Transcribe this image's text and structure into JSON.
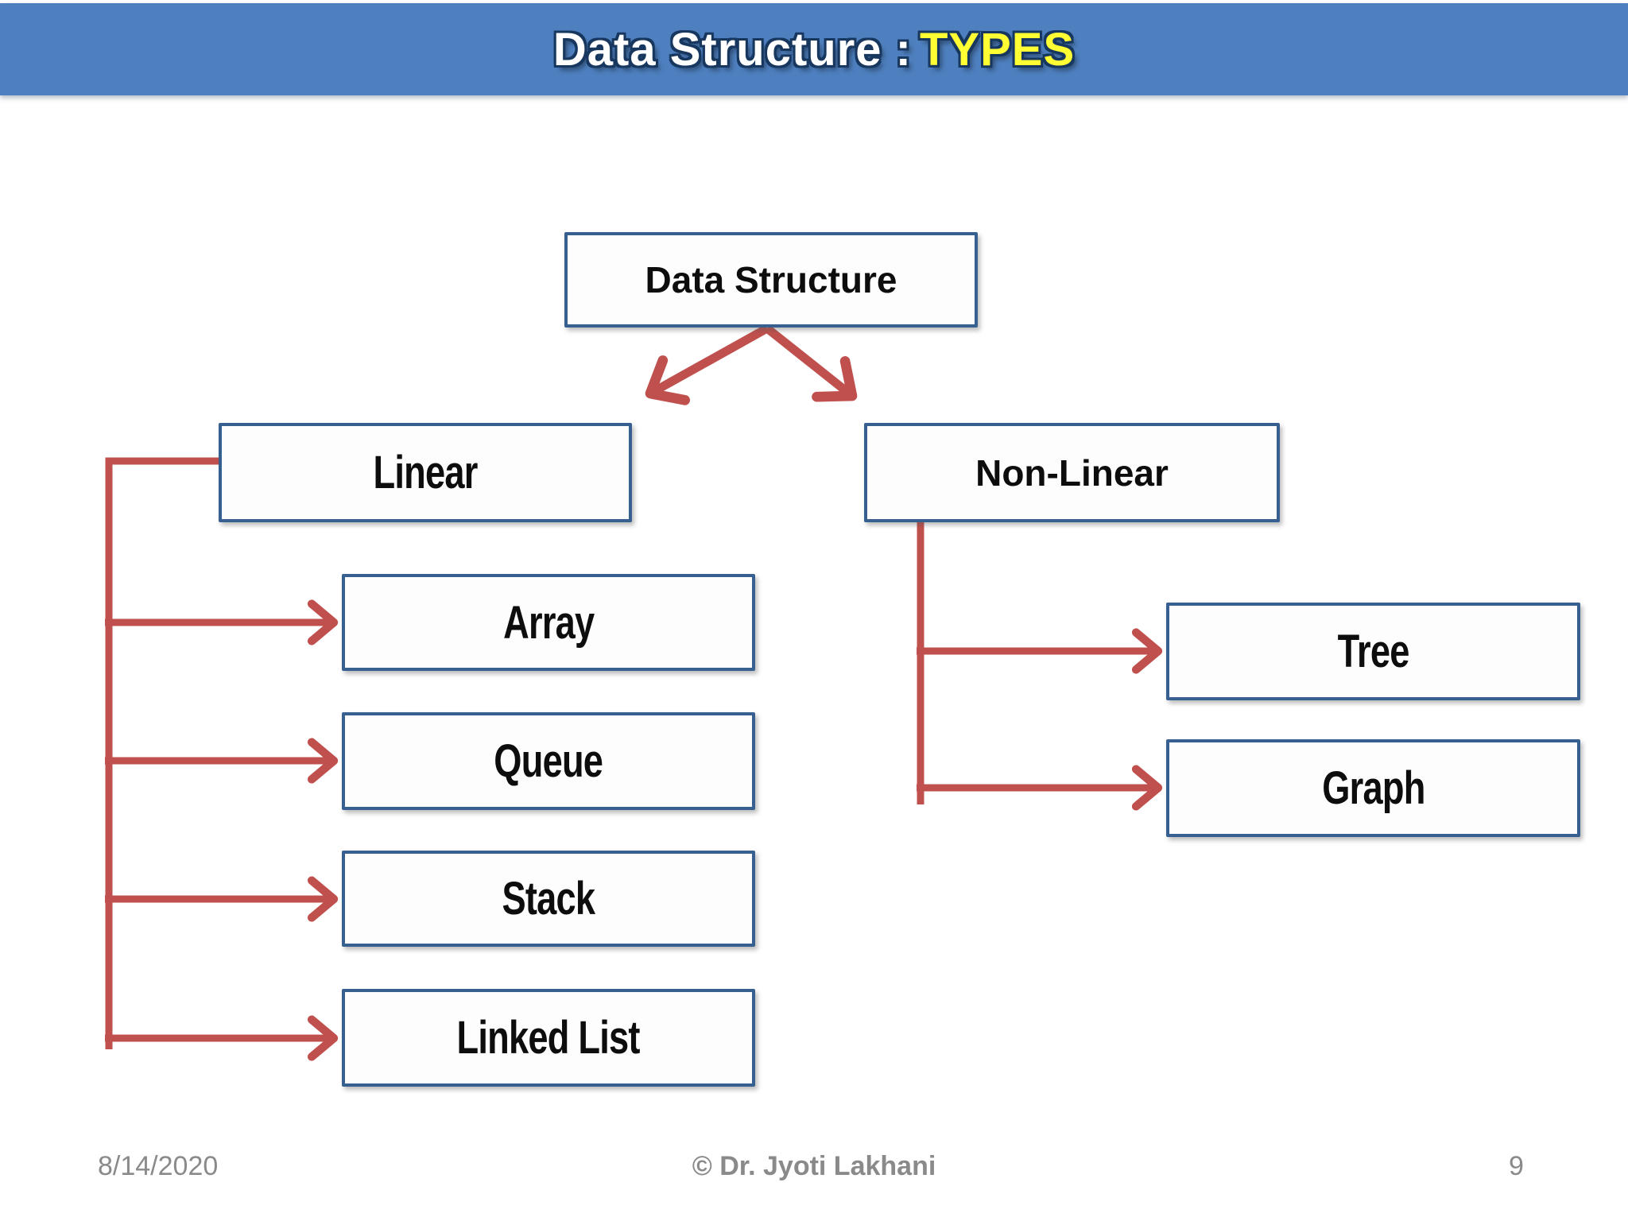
{
  "slide": {
    "title": {
      "prefix": "Data Structure :",
      "highlight": "TYPES"
    },
    "footer": {
      "date": "8/14/2020",
      "copyright": "© Dr. Jyoti Lakhani",
      "page_number": "9"
    }
  },
  "diagram": {
    "nodes": {
      "root": "Data Structure",
      "linear": "Linear",
      "non_linear": "Non-Linear",
      "array": "Array",
      "queue": "Queue",
      "stack": "Stack",
      "linked_list": "Linked List",
      "tree": "Tree",
      "graph": "Graph"
    },
    "edges": [
      "Data Structure -> Linear",
      "Data Structure -> Non-Linear",
      "Linear -> Array",
      "Linear -> Queue",
      "Linear -> Stack",
      "Linear -> Linked List",
      "Non-Linear -> Tree",
      "Non-Linear -> Graph"
    ]
  },
  "colors": {
    "header_bg": "#4e80c0",
    "box_border": "#376091",
    "connector_red": "#c0504d",
    "title_highlight_yellow": "#ffff33",
    "footer_text_gray": "#8a8a8a"
  }
}
